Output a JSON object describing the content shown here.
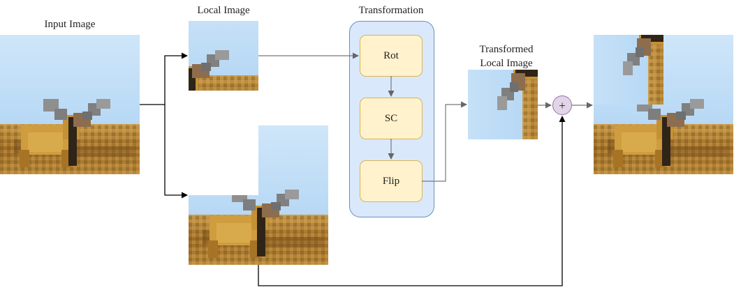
{
  "labels": {
    "input_image": "Input Image",
    "local_image": "Local Image",
    "transformation": "Transformation",
    "transformed_line1": "Transformed",
    "transformed_line2": "Local Image"
  },
  "steps": [
    "Rot",
    "SC",
    "Flip"
  ],
  "plus_symbol": "+",
  "colors": {
    "sky": "#b8d9f5",
    "ground": "#a8782e",
    "deer": "#c99a3c",
    "antler": "#8f8f8f",
    "step_fill": "#fff2cc",
    "step_border": "#d6b656",
    "panel_fill": "#dae8fc",
    "panel_border": "#6c8ebf",
    "plus_fill": "#e1d5e7",
    "plus_border": "#9673a6"
  }
}
